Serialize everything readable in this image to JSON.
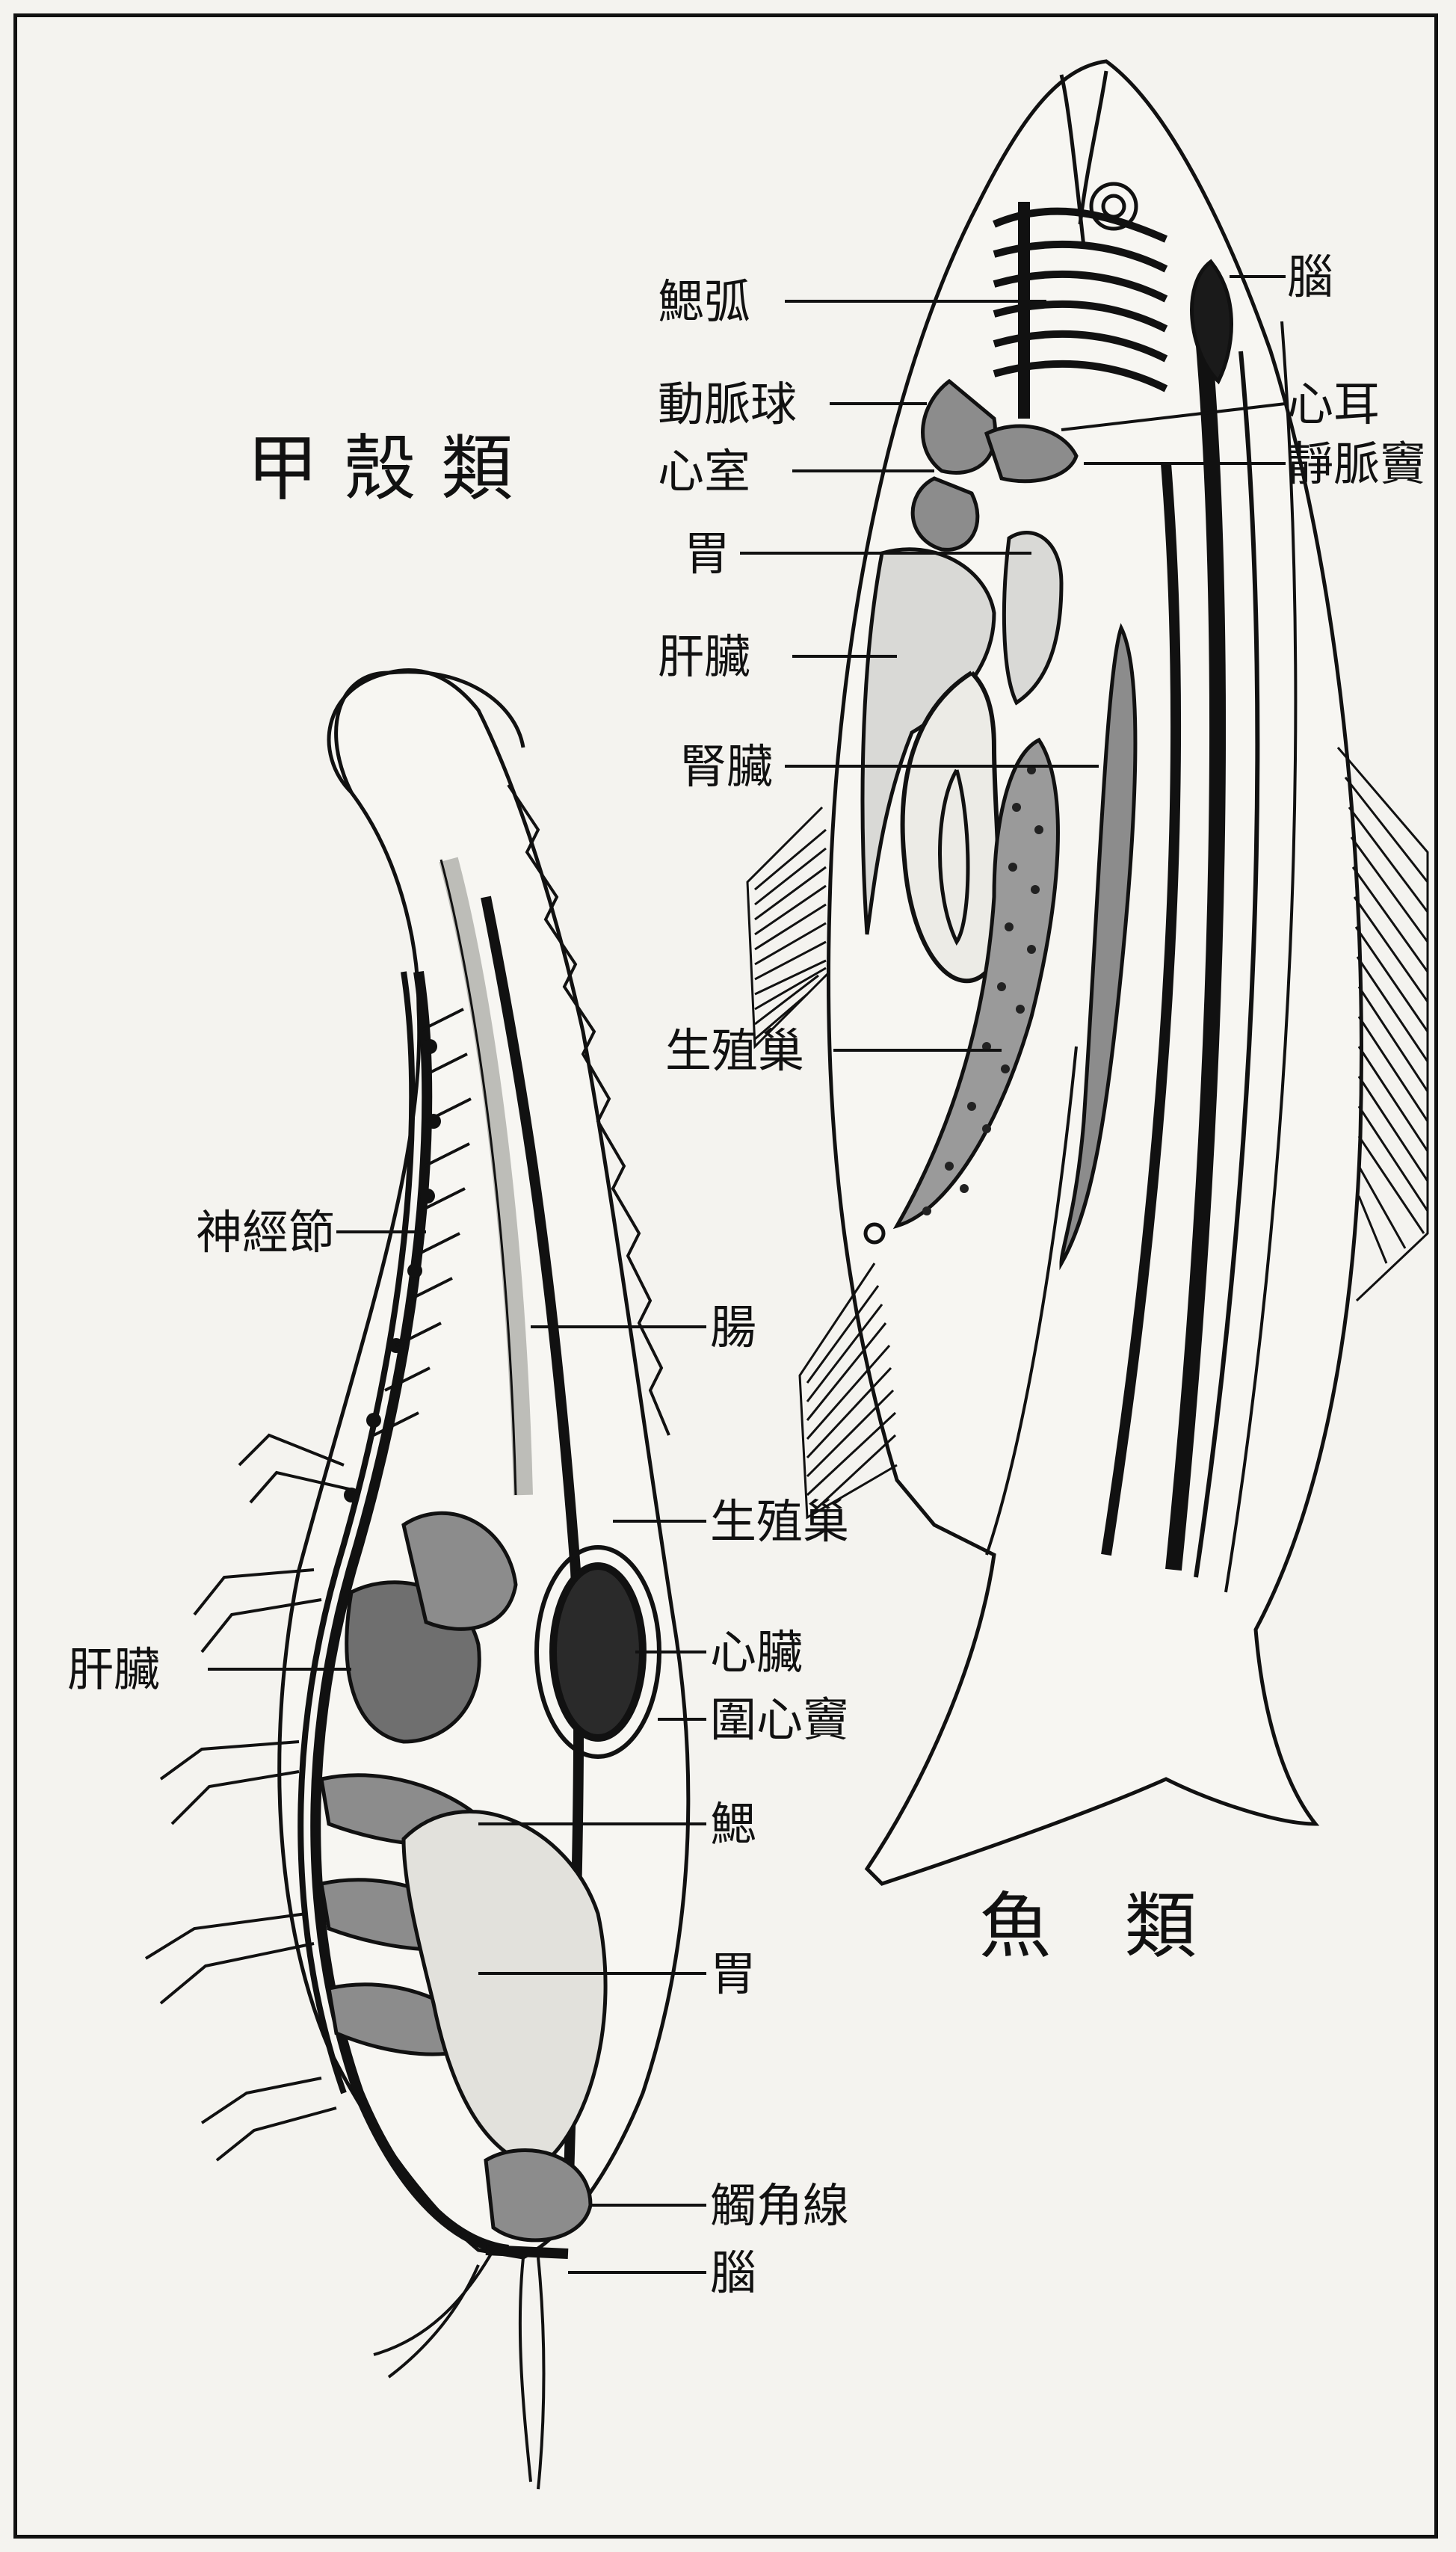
{
  "crustacean": {
    "title": "甲殼類",
    "labels": {
      "ganglion": "神經節",
      "liver": "肝臟",
      "intestine": "腸",
      "gonad": "生殖巢",
      "heart": "心臟",
      "pericardium": "圍心竇",
      "gill": "鰓",
      "stomach": "胃",
      "antennal_gland": "觸角線",
      "brain": "腦"
    }
  },
  "fish": {
    "title": "魚 類",
    "labels": {
      "gill_arch": "鰓弧",
      "bulbus_arteriosus": "動脈球",
      "ventricle": "心室",
      "stomach": "胃",
      "liver": "肝臟",
      "kidney": "腎臟",
      "gonad": "生殖巢",
      "brain": "腦",
      "atrium": "心耳",
      "sinus_venosus": "靜脈竇"
    }
  },
  "colors": {
    "paper": "#f4f3ef",
    "ink": "#111111",
    "organ_gray": "#8c8c8c",
    "organ_light": "#d9d9d6"
  }
}
